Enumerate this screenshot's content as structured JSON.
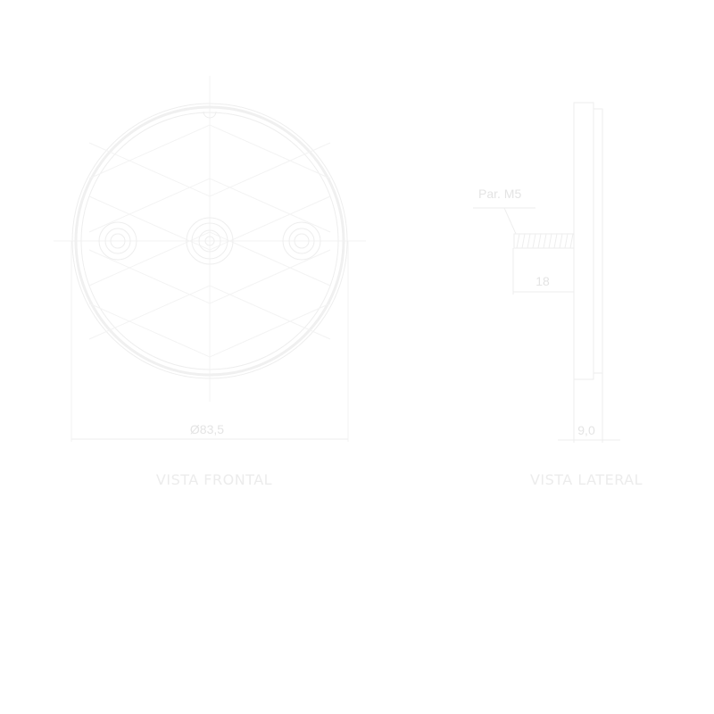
{
  "front_view": {
    "title": "VISTA FRONTAL",
    "diameter_label": "Ø83,5"
  },
  "side_view": {
    "title": "VISTA LATERAL",
    "thread_label": "Par. M5",
    "thread_length_label": "18",
    "thickness_label": "9,0"
  }
}
